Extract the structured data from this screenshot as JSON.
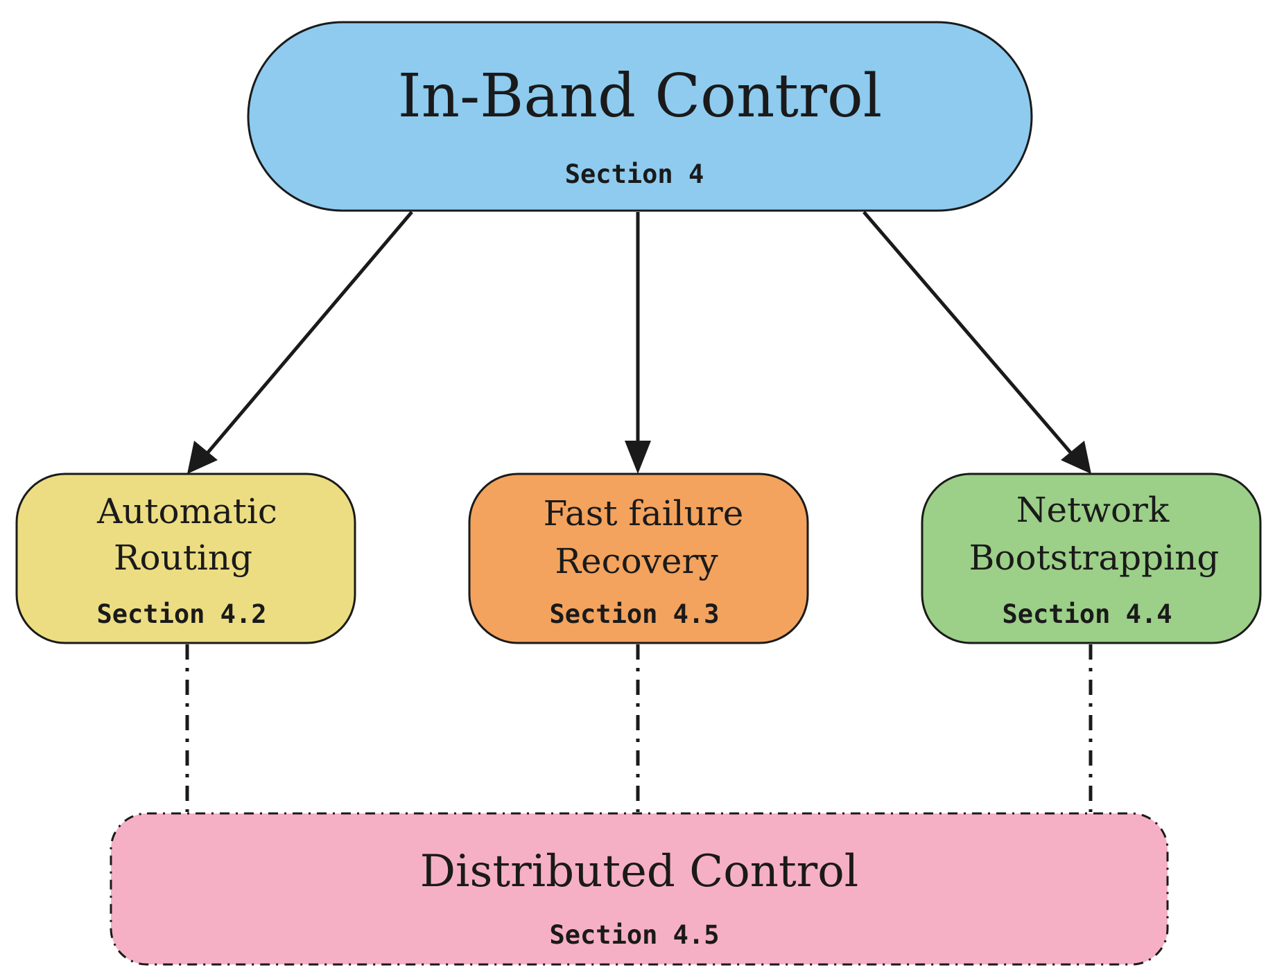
{
  "nodes": {
    "top": {
      "title": "In-Band Control",
      "section": "Section 4",
      "color": "#8ecbef"
    },
    "routing": {
      "title_lines": [
        "Automatic",
        "Routing"
      ],
      "section": "Section 4.2",
      "color": "#ecdd82"
    },
    "failure": {
      "title_lines": [
        "Fast failure",
        "Recovery"
      ],
      "section": "Section 4.3",
      "color": "#f3a35d"
    },
    "bootstrap": {
      "title_lines": [
        "Network",
        "Bootstrapping"
      ],
      "section": "Section 4.4",
      "color": "#9ccf88"
    },
    "bottom": {
      "title": "Distributed Control",
      "section": "Section 4.5",
      "color": "#f6b0c5"
    }
  },
  "edges": [
    {
      "from": "top",
      "to": "routing",
      "style": "solid-arrow"
    },
    {
      "from": "top",
      "to": "failure",
      "style": "solid-arrow"
    },
    {
      "from": "top",
      "to": "bootstrap",
      "style": "solid-arrow"
    },
    {
      "from": "routing",
      "to": "bottom",
      "style": "dash-dot"
    },
    {
      "from": "failure",
      "to": "bottom",
      "style": "dash-dot"
    },
    {
      "from": "bootstrap",
      "to": "bottom",
      "style": "dash-dot"
    }
  ]
}
